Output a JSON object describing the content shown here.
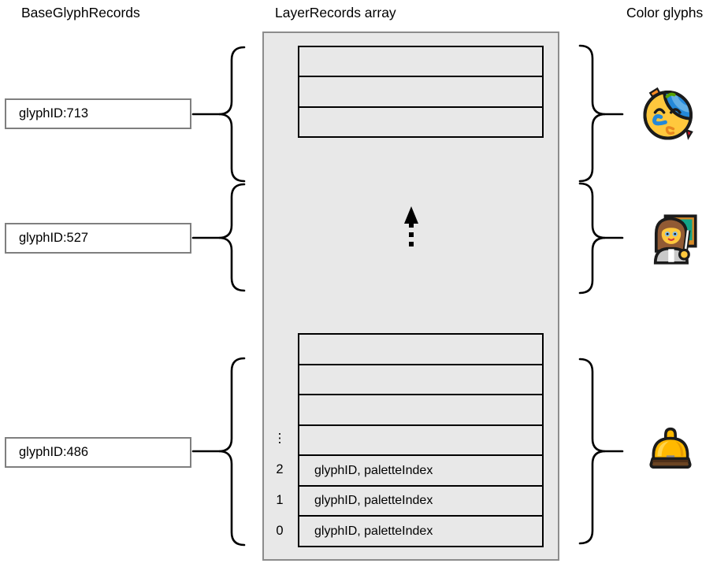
{
  "titles": {
    "left": "BaseGlyphRecords",
    "center": "LayerRecords array",
    "right": "Color glyphs"
  },
  "base_glyph_records": [
    {
      "label": "glyphID:713"
    },
    {
      "label": "glyphID:527"
    },
    {
      "label": "glyphID:486"
    }
  ],
  "layer_records_array": {
    "top_group": {
      "row_count": 3
    },
    "middle_arrow": "dashed-arrow-up",
    "bottom_group": {
      "row_count": 7,
      "ellipsis_label": "⋮",
      "indexed_rows": [
        {
          "index": "2",
          "text": "glyphID, paletteIndex"
        },
        {
          "index": "1",
          "text": "glyphID, paletteIndex"
        },
        {
          "index": "0",
          "text": "glyphID, paletteIndex"
        }
      ]
    }
  },
  "color_glyphs": [
    {
      "name": "partying-face"
    },
    {
      "name": "woman-teacher"
    },
    {
      "name": "bellhop-bell"
    }
  ],
  "colors": {
    "array_fill": "#e8e8e8",
    "array_border": "#8c8c8c",
    "record_box_border": "#7f7f7f",
    "row_border": "#000000",
    "line_color": "#000000",
    "emoji_face_yellow": "#ffc83d",
    "emoji_blue": "#2488d8",
    "bell_gold": "#ffb900",
    "board_green": "#12a487",
    "base_brown": "#6b4423"
  }
}
